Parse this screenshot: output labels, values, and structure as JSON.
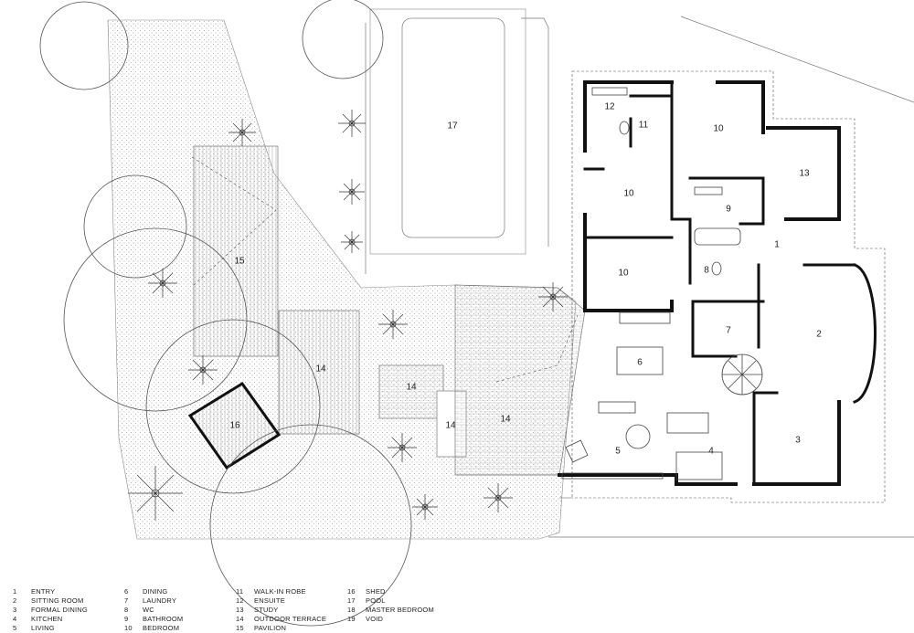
{
  "legend": [
    {
      "num": "1",
      "label": "ENTRY"
    },
    {
      "num": "2",
      "label": "SITTING ROOM"
    },
    {
      "num": "3",
      "label": "FORMAL DINING"
    },
    {
      "num": "4",
      "label": "KITCHEN"
    },
    {
      "num": "5",
      "label": "LIVING"
    },
    {
      "num": "6",
      "label": "DINING"
    },
    {
      "num": "7",
      "label": "LAUNDRY"
    },
    {
      "num": "8",
      "label": "WC"
    },
    {
      "num": "9",
      "label": "BATHROOM"
    },
    {
      "num": "10",
      "label": "BEDROOM"
    },
    {
      "num": "11",
      "label": "WALK-IN ROBE"
    },
    {
      "num": "12",
      "label": "ENSUITE"
    },
    {
      "num": "13",
      "label": "STUDY"
    },
    {
      "num": "14",
      "label": "OUTDOOR TERRACE"
    },
    {
      "num": "15",
      "label": "PAVILION"
    },
    {
      "num": "16",
      "label": "SHED"
    },
    {
      "num": "17",
      "label": "POOL"
    },
    {
      "num": "18",
      "label": "MASTER BEDROOM"
    },
    {
      "num": "19",
      "label": "VOID"
    }
  ],
  "room_labels": {
    "entry": "1",
    "sitting": "2",
    "formal_dining": "3",
    "kitchen": "4",
    "living": "5",
    "dining": "6",
    "laundry": "7",
    "wc": "8",
    "bathroom": "9",
    "bedroom_top": "10",
    "bedroom_mid": "10",
    "bedroom_low": "10",
    "wir": "11",
    "ensuite": "12",
    "study": "13",
    "terrace_a": "14",
    "terrace_b": "14",
    "terrace_c": "14",
    "terrace_d": "14",
    "pavilion": "15",
    "shed": "16",
    "pool": "17"
  }
}
